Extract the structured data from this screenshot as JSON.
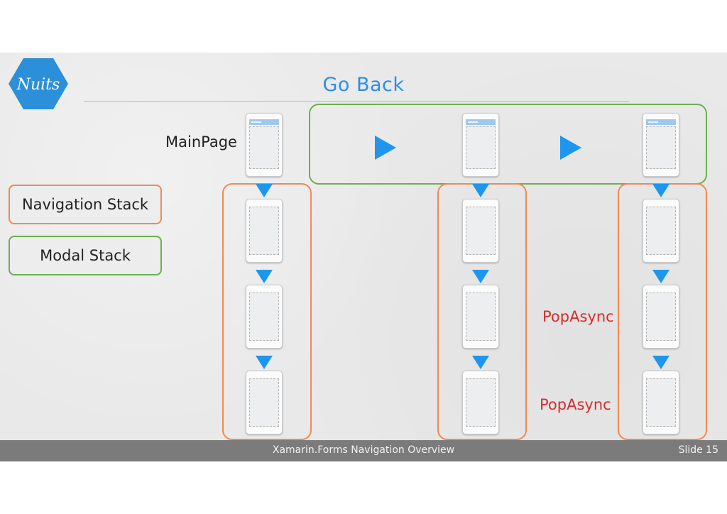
{
  "slide": {
    "title": "Go Back",
    "logo_text": "Nuits",
    "colors": {
      "accent": "#2c8ee8",
      "navigation_stack": "#ee8a56",
      "modal_stack": "#6cb04f",
      "arrow": "#1f96ee",
      "popasync": "#d62d2d"
    }
  },
  "legend": {
    "navigation_stack": "Navigation Stack",
    "modal_stack": "Modal Stack"
  },
  "diagram": {
    "main_page_label": "MainPage",
    "pop_label_1": "PopAsync",
    "pop_label_2": "PopAsync"
  },
  "footer": {
    "title": "Xamarin.Forms Navigation Overview",
    "slide_number": "Slide 15"
  }
}
